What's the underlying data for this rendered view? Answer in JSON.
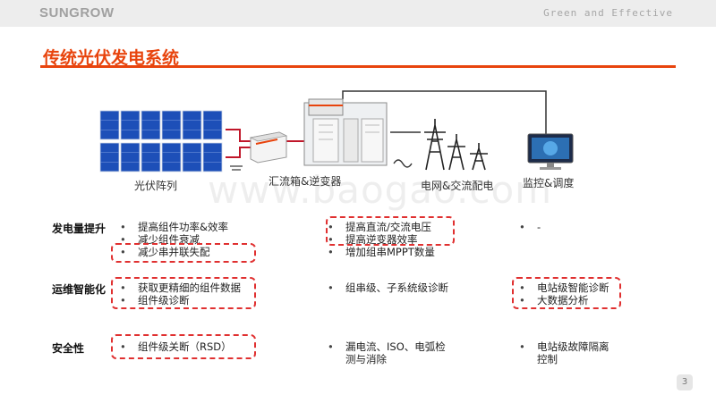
{
  "header": {
    "logo": "SUNGROW",
    "tagline": "Green and Effective"
  },
  "title": "传统光伏发电系统",
  "diagram": {
    "labels": {
      "pv_array": "光伏阵列",
      "combiner_inverter": "汇流箱&逆变器",
      "grid_distribution": "电网&交流配电",
      "monitoring": "监控&调度"
    },
    "colors": {
      "dc_line": "#c0172a",
      "panel_blue": "#1d4fb8",
      "accent": "#e8440d"
    }
  },
  "rows": [
    {
      "label": "发电量提升",
      "col1": [
        "提高组件功率&效率",
        "减少组件衰减",
        "减少串并联失配"
      ],
      "col2": [
        "提高直流/交流电压",
        "提高逆变器效率",
        "增加组串MPPT数量"
      ],
      "col3": [
        "-"
      ]
    },
    {
      "label": "运维智能化",
      "col1": [
        "获取更精细的组件数据",
        "组件级诊断"
      ],
      "col2": [
        "组串级、子系统级诊断"
      ],
      "col3": [
        "电站级智能诊断",
        "大数据分析"
      ]
    },
    {
      "label": "安全性",
      "col1": [
        "组件级关断（RSD）"
      ],
      "col2": [
        "漏电流、ISO、电弧检测与消除"
      ],
      "col3": [
        "电站级故障隔离控制"
      ]
    }
  ],
  "watermark": "www.baogao.com",
  "page_number": "3"
}
